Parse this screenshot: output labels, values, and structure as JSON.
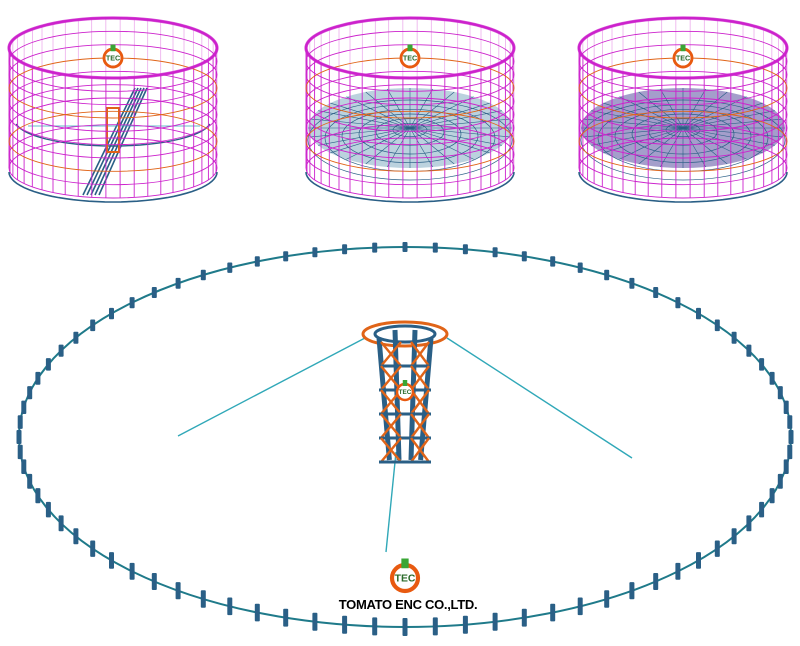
{
  "colors": {
    "wall": "#cc22cc",
    "steel": "#2a5f86",
    "orange": "#e06418",
    "cable": "#30a8b8",
    "ring": "#1f7a8a",
    "logo_ring": "#e85a10",
    "logo_green": "#3aa635"
  },
  "logo": {
    "abbr": "TEC",
    "company": "TOMATO ENC CO.,LTD."
  },
  "scene": {
    "tanks": [
      {
        "stage": "tower and partial roof framing"
      },
      {
        "stage": "radial roof framing"
      },
      {
        "stage": "roof fully clad"
      }
    ],
    "column_count": 80
  }
}
